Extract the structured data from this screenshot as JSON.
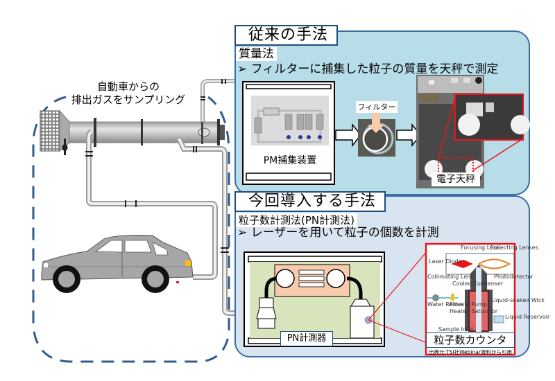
{
  "sampling_label": {
    "line1": "自動車からの",
    "line2": "排出ガスをサンプリング"
  },
  "conventional": {
    "tab_title": "従来の手法",
    "method_name": "質量法",
    "bullet_marker": "➢",
    "description": "フィルターに捕集した粒子の質量を天秤で測定",
    "pm_device_label": "PM捕集装置",
    "filter_label": "フィルター",
    "balance_label": "電子天秤"
  },
  "new_method": {
    "tab_title": "今回導入する手法",
    "method_name": "粒子数計測法(PN計測法)",
    "bullet_marker": "➢",
    "description": "レーザーを用いて粒子の個数を計測",
    "pn_device_label": "PN計測器",
    "counter_label": "粒子数カウンタ",
    "source_note": "出典元:TSI社Webinar資料から引用",
    "counter_diagram_labels": {
      "focusing_lens": "Focusing Lens",
      "collecting_lenses": "Collecting Lenses",
      "laser_diode": "Laser Diode",
      "collimating_lens": "Collimating Lens",
      "photodetector": "Photodetector",
      "cooled_condenser": "Cooled Condenser",
      "water_removal_pump": "Water Removal Pump",
      "filter": "Filter",
      "heated_saturator": "Heated Saturator",
      "liquid_soaked_wick": "Liquid-soaked Wick",
      "liquid_reservoir": "Liquid Reservoir",
      "sample_inlet": "Sample Inlet"
    }
  },
  "colors": {
    "panel_top_bg": "#b7dde8",
    "panel_bottom_bg": "#d9e4f1",
    "panel_border": "#3a6ea5",
    "dashed_outline": "#2f5b8f",
    "highlight_red": "#e8141b",
    "pn_device_bg": "#d8e4bc",
    "pn_inner_bg": "#f8cbad",
    "pipe_gray": "#c0c0c0",
    "car_gray": "#a6a6a6"
  }
}
